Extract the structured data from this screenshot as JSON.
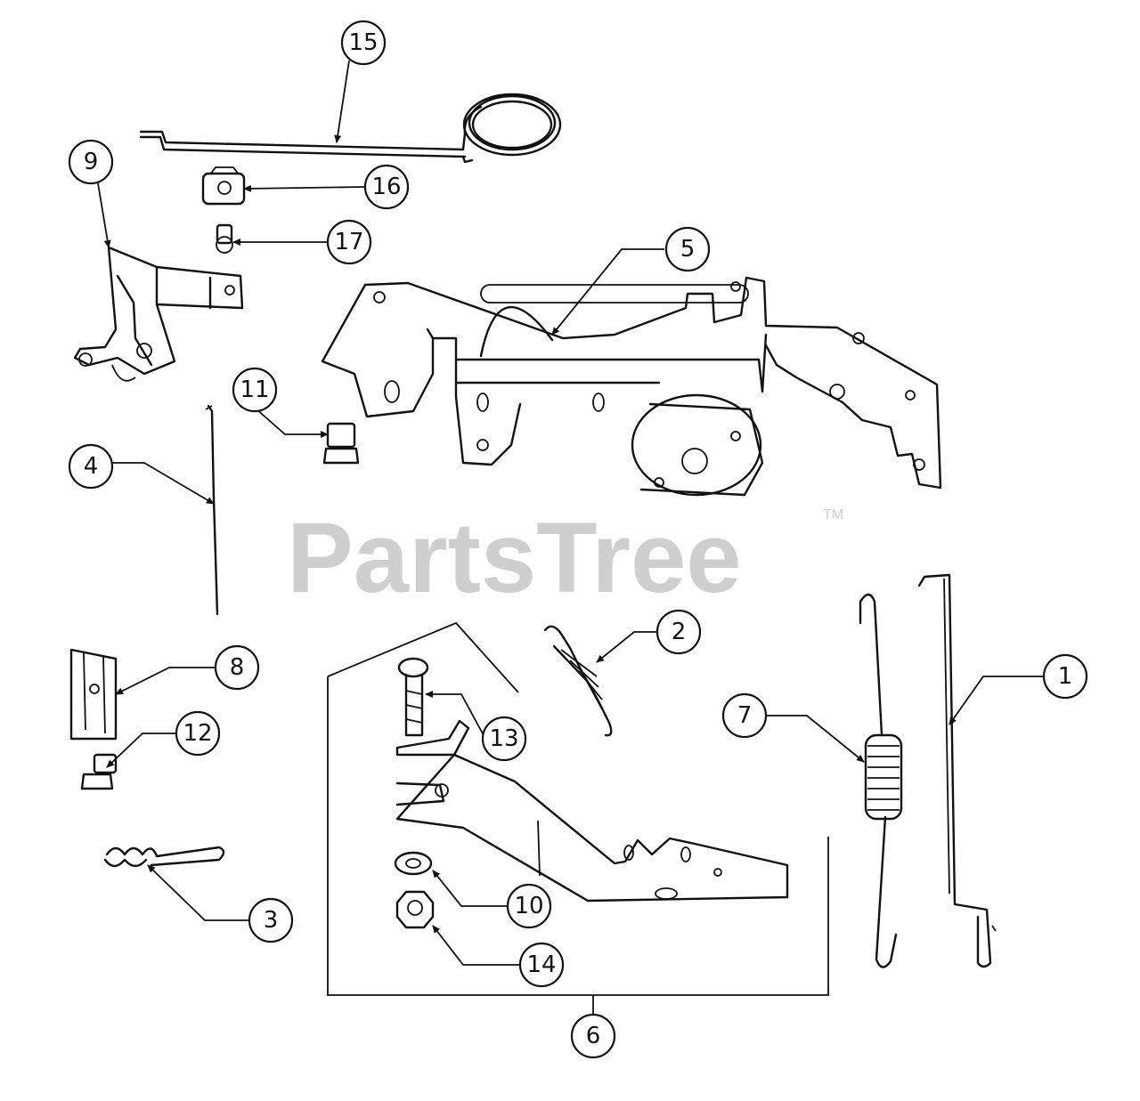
{
  "watermark": {
    "brand": "PartsTree",
    "trademark": "TM"
  },
  "callouts": {
    "c1": "1",
    "c2": "2",
    "c3": "3",
    "c4": "4",
    "c5": "5",
    "c6": "6",
    "c7": "7",
    "c8": "8",
    "c9": "9",
    "c10": "10",
    "c11": "11",
    "c12": "12",
    "c13": "13",
    "c14": "14",
    "c15": "15",
    "c16": "16",
    "c17": "17"
  }
}
